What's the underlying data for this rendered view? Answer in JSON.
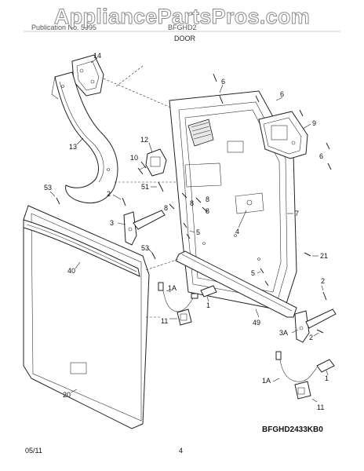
{
  "watermark": "AppliancePartsPros.com",
  "header": {
    "left_text": "Publication No. 5995",
    "mid_text": "BFGHD2",
    "section": "DOOR"
  },
  "footer": {
    "date": "05/11",
    "page": "4"
  },
  "model_code": "BFGHD2433KB0",
  "callouts": {
    "c14": "14",
    "c13": "13",
    "c12": "12",
    "c10": "10",
    "c6a": "6",
    "c6b": "6",
    "c6c": "6",
    "c9": "9",
    "c2a": "2",
    "c51": "51",
    "c8a": "8",
    "c8b": "8",
    "c8c": "8",
    "c8d": "8",
    "c53a": "53",
    "c53b": "53",
    "c3": "3",
    "c5a": "5",
    "c4": "4",
    "c7": "7",
    "c40": "40",
    "c21": "21",
    "c5b": "5",
    "c2b": "2",
    "c1Aa": "1A",
    "c1a": "1",
    "c11a": "11",
    "c49": "49",
    "c3A": "3A",
    "c2c": "2",
    "c20": "20",
    "c1Ab": "1A",
    "c1b": "1",
    "c11b": "11"
  }
}
